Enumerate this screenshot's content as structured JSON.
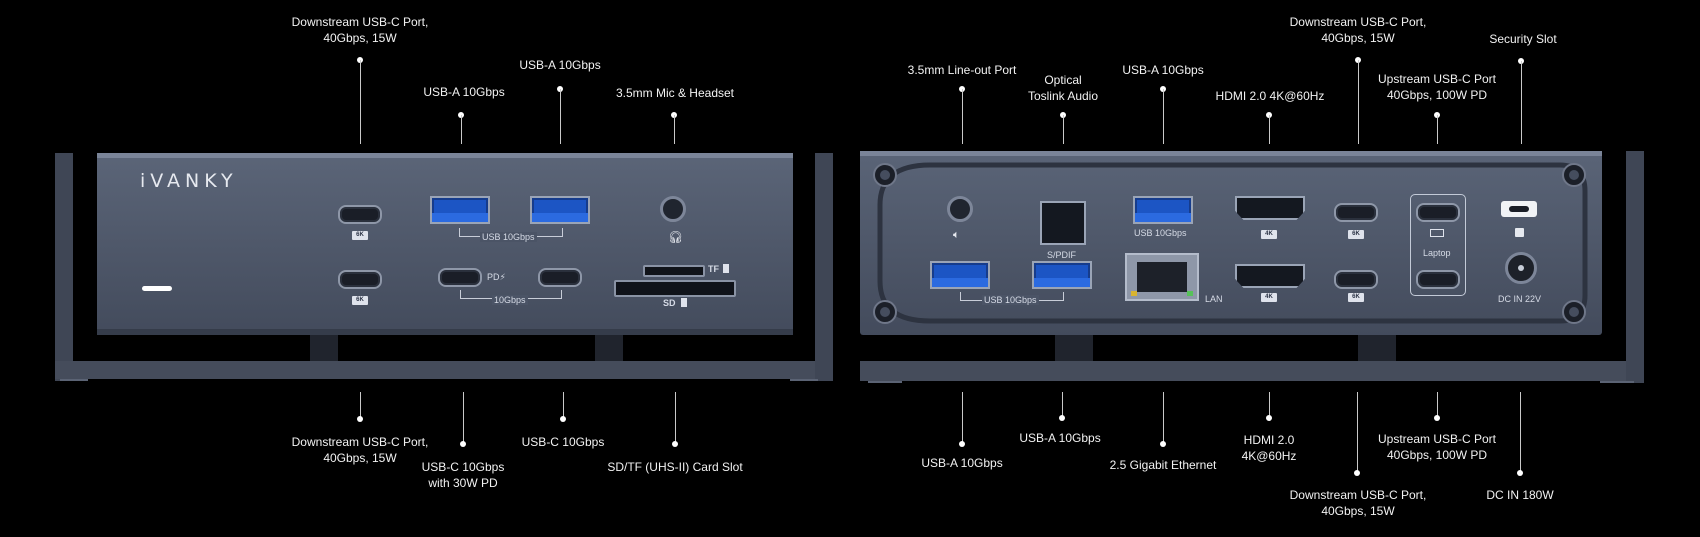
{
  "brand": "iVANKY",
  "front_top": {
    "usbc_downstream": [
      "Downstream USB-C Port,",
      "40Gbps, 15W"
    ],
    "usba_1": "USB-A 10Gbps",
    "usba_2": "USB-A 10Gbps",
    "mic": "3.5mm Mic & Headset"
  },
  "front_bottom": {
    "usbc_downstream": [
      "Downstream USB-C Port,",
      "40Gbps, 15W"
    ],
    "usbc_pd": [
      "USB-C 10Gbps",
      "with 30W PD"
    ],
    "usbc_10": "USB-C 10Gbps",
    "card": "SD/TF (UHS-II) Card Slot"
  },
  "rear_top": {
    "lineout": "3.5mm Line-out Port",
    "optical": [
      "Optical",
      "Toslink Audio"
    ],
    "usba": "USB-A 10Gbps",
    "hdmi": "HDMI 2.0 4K@60Hz",
    "usbc_downstream": [
      "Downstream USB-C Port,",
      "40Gbps, 15W"
    ],
    "upstream": [
      "Upstream USB-C Port",
      "40Gbps, 100W PD"
    ],
    "security": "Security Slot"
  },
  "rear_bottom": {
    "usba_1": "USB-A 10Gbps",
    "usba_2": "USB-A 10Gbps",
    "ethernet": "2.5 Gigabit Ethernet",
    "hdmi": [
      "HDMI 2.0",
      "4K@60Hz"
    ],
    "usbc_downstream": [
      "Downstream USB-C Port,",
      "40Gbps, 15W"
    ],
    "upstream": [
      "Upstream USB-C Port",
      "40Gbps, 100W PD"
    ],
    "dc": "DC IN 180W"
  },
  "device_marks": {
    "badge_6k": "6K",
    "badge_4k": "4K",
    "usb10": "USB 10Gbps",
    "pd": "PD⚡",
    "g10": "10Gbps",
    "tf": "TF",
    "sd": "SD",
    "spdif": "S/PDIF",
    "lan": "LAN",
    "laptop": "Laptop",
    "dc_in": "DC IN 22V"
  }
}
